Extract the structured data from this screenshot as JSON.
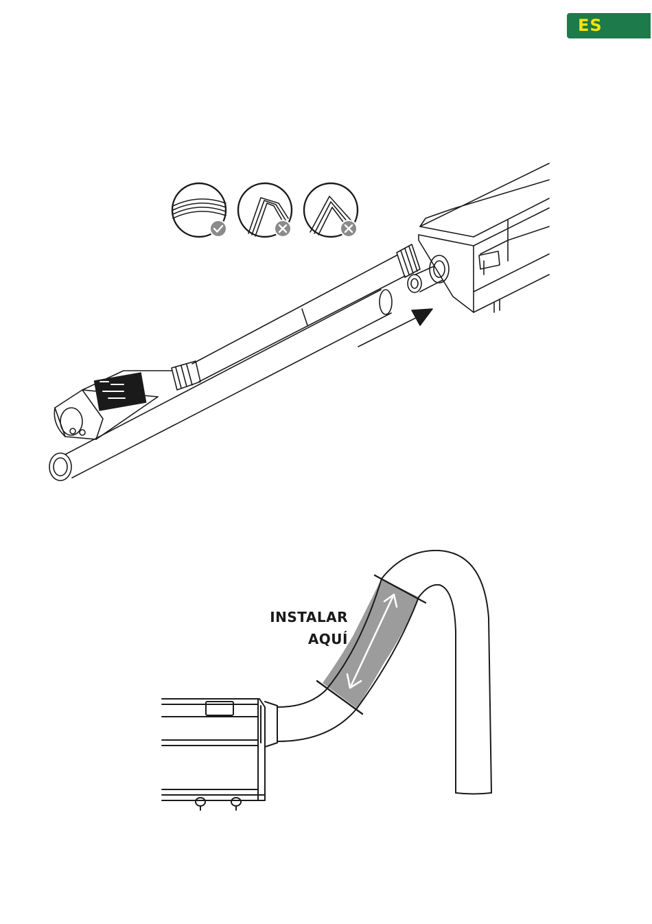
{
  "badge": {
    "label": "ES",
    "bg_color": "#1d7a4a",
    "text_color": "#f4e600"
  },
  "install_label": {
    "line1": "INSTALAR",
    "line2": "AQUÍ"
  },
  "icons": {
    "bend_ok": "check-icon",
    "bend_kink": "cross-icon",
    "bend_sharp": "cross-icon"
  },
  "colors": {
    "ink": "#1a1a1a",
    "band": "#9c9c9c",
    "badge_gray": "#8a8a8a"
  }
}
